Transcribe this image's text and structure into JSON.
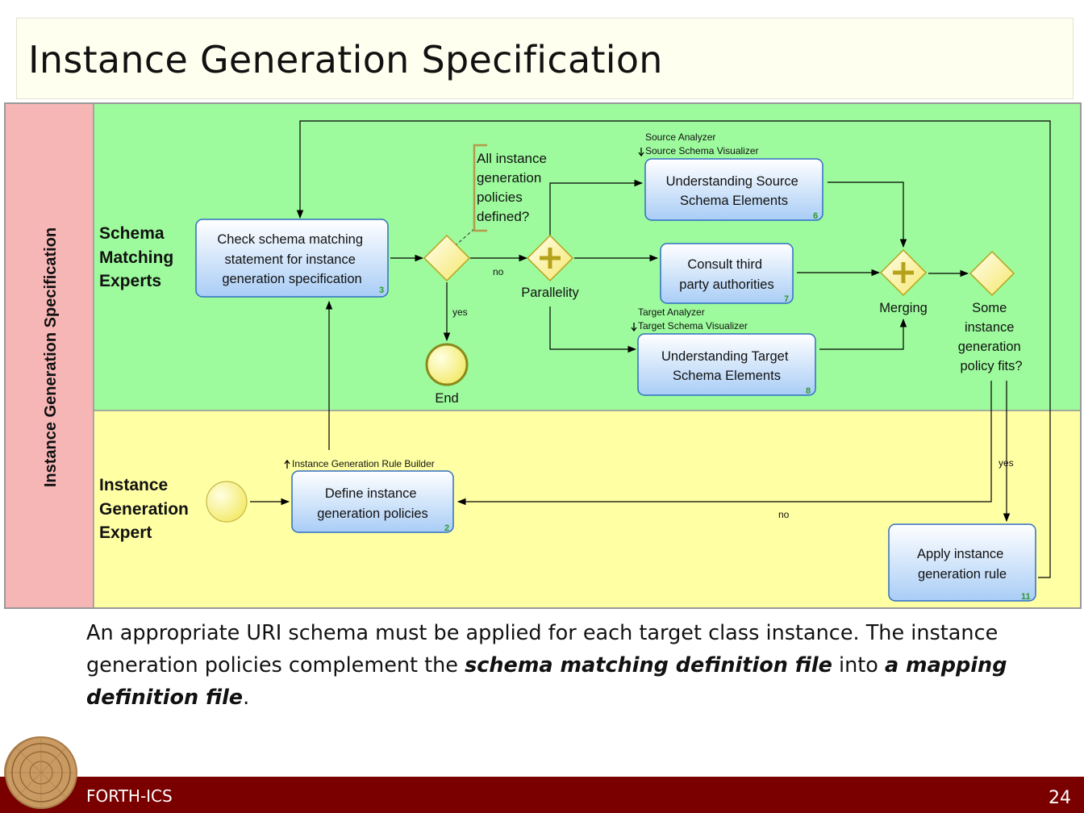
{
  "title": "Instance Generation Specification",
  "pool_label": "Instance Generation Specification",
  "lanes": {
    "schema": [
      "Schema",
      "Matching",
      "Experts"
    ],
    "instance": [
      "Instance",
      "Generation",
      "Expert"
    ]
  },
  "tasks": {
    "check": {
      "lines": [
        "Check schema matching",
        "statement for instance",
        "generation specification"
      ],
      "num": "3"
    },
    "src": {
      "lines": [
        "Understanding Source",
        "Schema Elements"
      ],
      "num": "6"
    },
    "consult": {
      "lines": [
        "Consult third",
        "party authorities"
      ],
      "num": "7"
    },
    "tgt": {
      "lines": [
        "Understanding Target",
        "Schema Elements"
      ],
      "num": "8"
    },
    "define": {
      "lines": [
        "Define instance",
        "generation policies"
      ],
      "num": "2"
    },
    "apply": {
      "lines": [
        "Apply instance",
        "generation rule"
      ],
      "num": "11"
    }
  },
  "tools": {
    "src": [
      "Source Analyzer",
      "Source Schema Visualizer"
    ],
    "tgt": [
      "Target Analyzer",
      "Target Schema Visualizer"
    ],
    "define": "Instance Generation Rule Builder"
  },
  "annotation": [
    "All instance",
    "generation",
    "policies",
    "defined?"
  ],
  "gateways": {
    "parallel1": "Parallelity",
    "merge": "Merging",
    "fits": [
      "Some",
      "instance",
      "generation",
      "policy fits?"
    ]
  },
  "end_label": "End",
  "flows": {
    "no1": "no",
    "yes1": "yes",
    "yes2": "yes",
    "no2": "no"
  },
  "caption": {
    "t1": "An appropriate URI schema must be applied for each target class instance. The instance generation policies complement the ",
    "b1": "schema matching definition file",
    "t2": " into ",
    "b2": "a mapping definition file",
    "t3": "."
  },
  "footer": {
    "org": "FORTH-ICS",
    "page": "24"
  },
  "colors": {
    "lane_top": "#9dfb9d",
    "lane_bottom": "#ffffa4",
    "pool": "#f7b6b6",
    "footer": "#7a0000"
  }
}
